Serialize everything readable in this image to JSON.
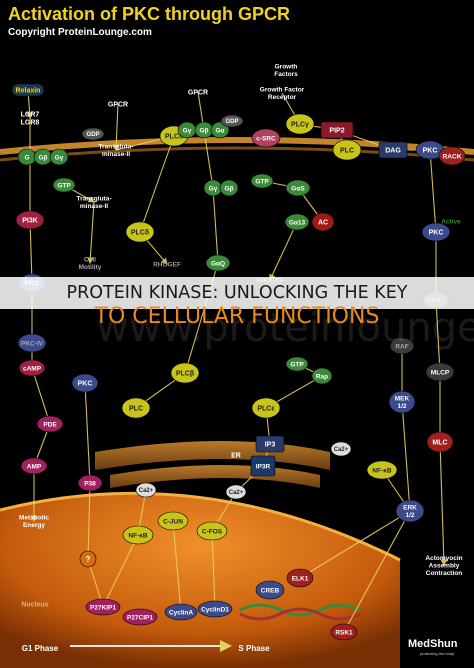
{
  "header": {
    "title": "Activation of PKC through GPCR",
    "copyright": "Copyright ProteinLounge.com"
  },
  "banner": {
    "line1": "PROTEIN KINASE: UNLOCKING THE KEY",
    "line2": "TO CELLULAR FUNCTIONS"
  },
  "watermark": "www.proteinlounge.com",
  "logo": {
    "name": "MedShun",
    "tagline": "protecting the body"
  },
  "colors": {
    "background": "#000000",
    "title": "#f2d21c",
    "arrow": "#e8d060",
    "nucleus": "#d86a10",
    "membrane": "#c3842a"
  },
  "nodes": {
    "relaxin": "Relaxin",
    "lgr": "LGR7\nLGR8",
    "gpcr1": "GPCR",
    "gpcr2": "GPCR",
    "growth_factors": "Growth\nFactors",
    "gf_receptor": "Growth Factor\nReceptor",
    "g1": "G",
    "b1": "Gβ",
    "y1": "Gγ",
    "gdp1": "GDP",
    "transglut1": "Transgluta-\nminase-II",
    "plcd1": "PLCδ",
    "g2": "Gγ",
    "b2": "Gβ",
    "a2": "Gα",
    "gdp2": "GDP",
    "plcg": "PLCγ",
    "csrc": "c-SRC",
    "pip2": "PIP2",
    "dag": "DAG",
    "pkc_top": "PKC",
    "rack": "RACK",
    "gtp1": "GTP",
    "transglut2": "Transgluta-\nminase-II",
    "gtp2": "GTP",
    "gas": "GαS",
    "plc_mid": "PLC",
    "pi3k": "PI3K",
    "plcd2": "PLCδ",
    "gbeta_mid": "Gγ",
    "gbeta_mid2": "Gβ",
    "ga13": "Gα13",
    "ac": "AC",
    "cell_motility": "Cell\nMotility",
    "rhogef": "RHOGEF",
    "gq": "GαQ",
    "rhogef2": "RHOGEF",
    "active": "Active",
    "pkc_active": "PKC",
    "pkc_left": "PKC",
    "cpi17": "CPI17",
    "pkc_iv": "PKC-IV",
    "plcb1": "PLCβ",
    "gtp3": "GTP",
    "rap": "Rap",
    "raf": "RAF",
    "mlcp": "MLCP",
    "camp": "cAMP",
    "pkc_mid": "PKC",
    "plc_left": "PLC",
    "plce": "PLCε",
    "mek": "MEK\n1/2",
    "pde": "PDE",
    "ip3": "IP3",
    "ca1": "Ca2+",
    "mlc": "MLC",
    "amp": "AMP",
    "er": "ER",
    "ip3r": "IP3R",
    "nfkb_top": "NF-κB",
    "p38": "P38",
    "ca2": "Ca2+",
    "ca3": "Ca2+",
    "erk": "ERK\n1/2",
    "metabolic": "Metabolic\nEnergy",
    "qmark": "?",
    "nfkb": "NF-κB",
    "cjun": "C-JUN",
    "cfos": "C-FOS",
    "actomyosin": "Actomyocin\nAssembly\nContraction",
    "nucleus": "Nucleus",
    "creb": "CREB",
    "elk1": "ELK1",
    "p27kip1": "P27KIP1",
    "p27cip1": "P27CIP1",
    "cyclina": "CyclinA",
    "cyclind1": "CyclinD1",
    "rsk1": "RSK1",
    "g1phase": "G1 Phase",
    "sphase": "S Phase"
  }
}
